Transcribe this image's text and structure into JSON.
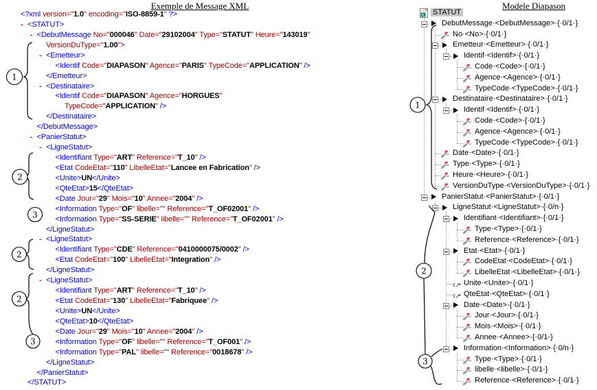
{
  "left_panel": {
    "title": "Exemple de Message XML",
    "xml_lines": [
      {
        "lv": 0,
        "mk": false,
        "t": "<?xml version=\"1.0\" encoding=\"ISO-8859-1\" ?>"
      },
      {
        "lv": 0,
        "mk": true,
        "t": "<STATUT>"
      },
      {
        "lv": 1,
        "mk": true,
        "t": "<DebutMessage No=\"000046\" Date=\"29102004\" Type=\"STATUT\" Heure=\"143019\""
      },
      {
        "lv": 2,
        "mk": false,
        "t": "VersionDuType=\"1.00\">"
      },
      {
        "lv": 2,
        "mk": true,
        "t": "<Emetteur>"
      },
      {
        "lv": 3,
        "mk": false,
        "t": "<Identif Code=\"DIAPASON\" Agence=\"PARIS\" TypeCode=\"APPLICATION\" />"
      },
      {
        "lv": 2,
        "mk": false,
        "t": "</Emetteur>"
      },
      {
        "lv": 2,
        "mk": true,
        "t": "<Destinataire>"
      },
      {
        "lv": 3,
        "mk": false,
        "t": "<Identif Code=\"DIAPASON\" Agence=\"HORGUES\""
      },
      {
        "lv": 4,
        "mk": false,
        "t": "TypeCode=\"APPLICATION\" />"
      },
      {
        "lv": 2,
        "mk": false,
        "t": "</Destinataire>"
      },
      {
        "lv": 1,
        "mk": false,
        "t": "</DebutMessage>"
      },
      {
        "lv": 1,
        "mk": true,
        "t": "<PanierStatut>"
      },
      {
        "lv": 2,
        "mk": true,
        "t": "<LigneStatut>"
      },
      {
        "lv": 3,
        "mk": false,
        "t": "<Identifiant Type=\"ART\" Reference=\"T_10\" />"
      },
      {
        "lv": 3,
        "mk": false,
        "t": "<Etat CodeEtat=\"110\" LibelleEtat=\"Lancee en Fabrication\" />"
      },
      {
        "lv": 3,
        "mk": false,
        "t": "<Unite>UN</Unite>"
      },
      {
        "lv": 3,
        "mk": false,
        "t": "<QteEtat>15</QteEtat>"
      },
      {
        "lv": 3,
        "mk": false,
        "t": "<Date Jour=\"29\" Mois=\"10\" Annee=\"2004\" />"
      },
      {
        "lv": 3,
        "mk": false,
        "t": "<Information Type=\"OF\" libelle=\"\" Reference=\"T_OF02001\" />"
      },
      {
        "lv": 3,
        "mk": false,
        "t": "<Information Type=\"SS-SERIE\" libelle=\"\" Reference=\"T_OF02001\" />"
      },
      {
        "lv": 2,
        "mk": false,
        "t": "</LigneStatut>"
      },
      {
        "lv": 2,
        "mk": true,
        "t": "<LigneStatut>"
      },
      {
        "lv": 3,
        "mk": false,
        "t": "<Identifiant Type=\"CDE\" Reference=\"0410000075/0002\" />"
      },
      {
        "lv": 3,
        "mk": false,
        "t": "<Etat CodeEtat=\"100\" LibelleEtat=\"Integration\" />"
      },
      {
        "lv": 2,
        "mk": false,
        "t": "</LigneStatut>"
      },
      {
        "lv": 2,
        "mk": true,
        "t": "<LigneStatut>"
      },
      {
        "lv": 3,
        "mk": false,
        "t": "<Identifiant Type=\"ART\" Reference=\"T_10\" />"
      },
      {
        "lv": 3,
        "mk": false,
        "t": "<Etat CodeEtat=\"130\" LibelleEtat=\"Fabriquee\" />"
      },
      {
        "lv": 3,
        "mk": false,
        "t": "<Unite>UN</Unite>"
      },
      {
        "lv": 3,
        "mk": false,
        "t": "<QteEtat>10</QteEtat>"
      },
      {
        "lv": 3,
        "mk": false,
        "t": "<Date Jour=\"29\" Mois=\"10\" Annee=\"2004\" />"
      },
      {
        "lv": 3,
        "mk": false,
        "t": "<Information Type=\"OF\" libelle=\"\" Reference=\"T_OF001\" />"
      },
      {
        "lv": 3,
        "mk": false,
        "t": "<Information Type=\"PAL\" libelle=\"\" Reference=\"0018678\" />"
      },
      {
        "lv": 2,
        "mk": false,
        "t": "</LigneStatut>"
      },
      {
        "lv": 1,
        "mk": false,
        "t": "</PanierStatut>"
      },
      {
        "lv": 0,
        "mk": false,
        "t": "</STATUT>"
      }
    ]
  },
  "right_panel": {
    "title": "Modele Diapason",
    "root_label": "STATUT",
    "tree": [
      {
        "depth": 1,
        "name": "DebutMessage",
        "tag": "DebutMessage",
        "card": "0/1",
        "kind": "element"
      },
      {
        "depth": 2,
        "name": "No",
        "tag": "No",
        "card": "0/1",
        "kind": "attr"
      },
      {
        "depth": 2,
        "name": "Emetteur",
        "tag": "Emetteur",
        "card": "0/1",
        "kind": "element"
      },
      {
        "depth": 3,
        "name": "Identif",
        "tag": "Identif",
        "card": "0/1",
        "kind": "element"
      },
      {
        "depth": 4,
        "name": "Code",
        "tag": "Code",
        "card": "0/1",
        "kind": "attr"
      },
      {
        "depth": 4,
        "name": "Agence",
        "tag": "Agence",
        "card": "0/1",
        "kind": "attr"
      },
      {
        "depth": 4,
        "name": "TypeCode",
        "tag": "TypeCode",
        "card": "0/1",
        "kind": "attr"
      },
      {
        "depth": 2,
        "name": "Destinataire",
        "tag": "Destinataire",
        "card": "0/1",
        "kind": "element"
      },
      {
        "depth": 3,
        "name": "Identif",
        "tag": "Identif",
        "card": "0/1",
        "kind": "element"
      },
      {
        "depth": 4,
        "name": "Code",
        "tag": "Code",
        "card": "0/1",
        "kind": "attr"
      },
      {
        "depth": 4,
        "name": "Agence",
        "tag": "Agence",
        "card": "0/1",
        "kind": "attr"
      },
      {
        "depth": 4,
        "name": "TypeCode",
        "tag": "TypeCode",
        "card": "0/1",
        "kind": "attr"
      },
      {
        "depth": 2,
        "name": "Date",
        "tag": "Date",
        "card": "0/1",
        "kind": "attr"
      },
      {
        "depth": 2,
        "name": "Type",
        "tag": "Type",
        "card": "0/1",
        "kind": "attr"
      },
      {
        "depth": 2,
        "name": "Heure",
        "tag": "Heure",
        "card": "0/1",
        "kind": "attr"
      },
      {
        "depth": 2,
        "name": "VersionDuType",
        "tag": "VersionDuType",
        "card": "0/1",
        "kind": "attr"
      },
      {
        "depth": 1,
        "name": "PanierStatut",
        "tag": "PanierStatut",
        "card": "0/1",
        "kind": "element"
      },
      {
        "depth": 2,
        "name": "LigneStatut",
        "tag": "LigneStatut",
        "card": "0/n",
        "kind": "element"
      },
      {
        "depth": 3,
        "name": "Identifiant",
        "tag": "Identifiant",
        "card": "0/1",
        "kind": "element"
      },
      {
        "depth": 4,
        "name": "Type",
        "tag": "Type",
        "card": "0/1",
        "kind": "attr"
      },
      {
        "depth": 4,
        "name": "Reference",
        "tag": "Reference",
        "card": "0/1",
        "kind": "attr"
      },
      {
        "depth": 3,
        "name": "Etat",
        "tag": "Etat",
        "card": "0/1",
        "kind": "element"
      },
      {
        "depth": 4,
        "name": "CodeEtat",
        "tag": "CodeEtat",
        "card": "0/1",
        "kind": "attr"
      },
      {
        "depth": 4,
        "name": "LibelleEtat",
        "tag": "LibelleEtat",
        "card": "0/1",
        "kind": "attr"
      },
      {
        "depth": 3,
        "name": "Unite",
        "tag": "Unite",
        "card": "0/1",
        "kind": "text"
      },
      {
        "depth": 3,
        "name": "QteEtat",
        "tag": "QteEtat",
        "card": "0/1",
        "kind": "text"
      },
      {
        "depth": 3,
        "name": "Date",
        "tag": "Date",
        "card": "0/1",
        "kind": "element"
      },
      {
        "depth": 4,
        "name": "Jour",
        "tag": "Jour",
        "card": "0/1",
        "kind": "attr"
      },
      {
        "depth": 4,
        "name": "Mois",
        "tag": "Mois",
        "card": "0/1",
        "kind": "attr"
      },
      {
        "depth": 4,
        "name": "Annee",
        "tag": "Annee",
        "card": "0/1",
        "kind": "attr"
      },
      {
        "depth": 3,
        "name": "Information",
        "tag": "Information",
        "card": "0/n",
        "kind": "element"
      },
      {
        "depth": 4,
        "name": "Type",
        "tag": "Type",
        "card": "0/1",
        "kind": "attr"
      },
      {
        "depth": 4,
        "name": "libelle",
        "tag": "libelle",
        "card": "0/1",
        "kind": "attr"
      },
      {
        "depth": 4,
        "name": "Reference",
        "tag": "Reference",
        "card": "0/1",
        "kind": "attr"
      }
    ]
  },
  "annotations": {
    "labels": [
      "1",
      "2",
      "3",
      "2",
      "2",
      "3",
      "1",
      "2",
      "3"
    ]
  },
  "colors": {
    "tag_blue": "#0000E0",
    "attr_maroon": "#990000",
    "marker_red": "#EE0000",
    "selection_gray": "#C9C9C9"
  }
}
